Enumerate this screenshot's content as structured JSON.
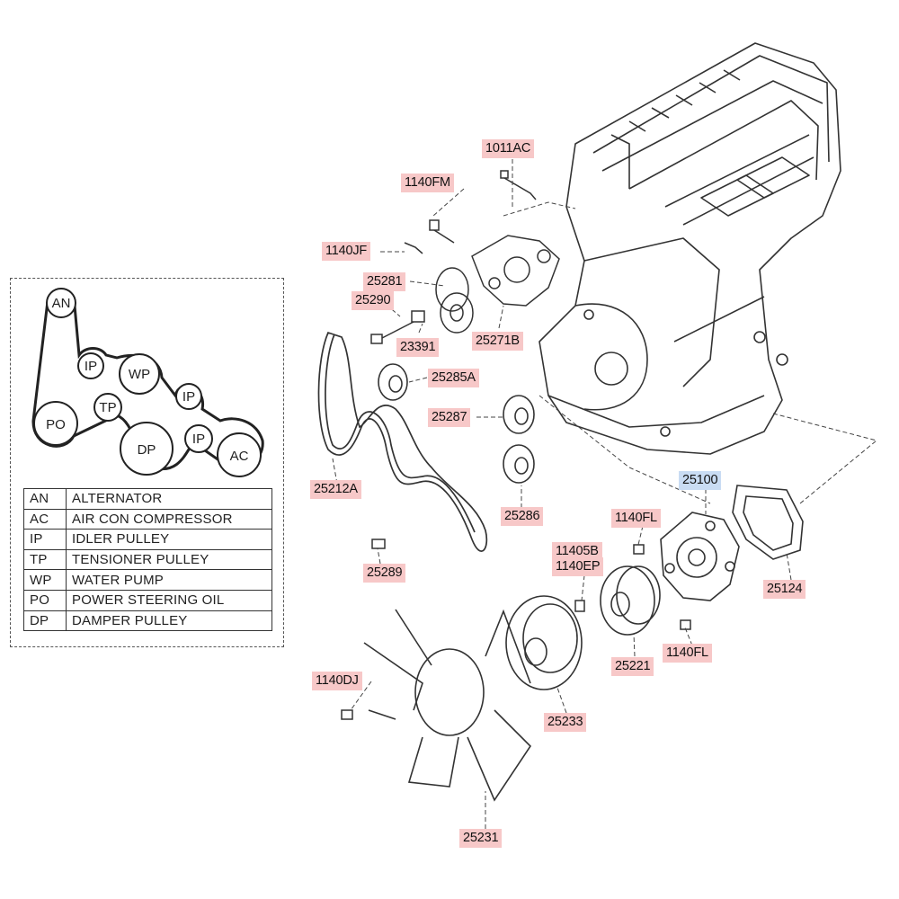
{
  "part_callouts": [
    {
      "label": "1011AC",
      "highlight": false
    },
    {
      "label": "1140FM",
      "highlight": false
    },
    {
      "label": "1140JF",
      "highlight": false
    },
    {
      "label": "25281",
      "highlight": false
    },
    {
      "label": "25290",
      "highlight": false
    },
    {
      "label": "23391",
      "highlight": false
    },
    {
      "label": "25271B",
      "highlight": false
    },
    {
      "label": "25285A",
      "highlight": false
    },
    {
      "label": "25287",
      "highlight": false
    },
    {
      "label": "25212A",
      "highlight": false
    },
    {
      "label": "25286",
      "highlight": false
    },
    {
      "label": "25289",
      "highlight": false
    },
    {
      "label": "25100",
      "highlight": true
    },
    {
      "label": "1140FL",
      "highlight": false
    },
    {
      "label": "11405B",
      "highlight": false
    },
    {
      "label": "1140EP",
      "highlight": false
    },
    {
      "label": "25124",
      "highlight": false
    },
    {
      "label": "25221",
      "highlight": false
    },
    {
      "label": "1140FL",
      "highlight": false
    },
    {
      "label": "1140DJ",
      "highlight": false
    },
    {
      "label": "25233",
      "highlight": false
    },
    {
      "label": "25231",
      "highlight": false
    }
  ],
  "belt_diagram": {
    "pulleys": [
      "AN",
      "IP",
      "WP",
      "IP",
      "TP",
      "PO",
      "DP",
      "IP",
      "AC"
    ]
  },
  "legend": [
    {
      "code": "AN",
      "name": "ALTERNATOR"
    },
    {
      "code": "AC",
      "name": "AIR CON COMPRESSOR"
    },
    {
      "code": "IP",
      "name": "IDLER PULLEY"
    },
    {
      "code": "TP",
      "name": "TENSIONER PULLEY"
    },
    {
      "code": "WP",
      "name": "WATER PUMP"
    },
    {
      "code": "PO",
      "name": "POWER STEERING OIL"
    },
    {
      "code": "DP",
      "name": "DAMPER PULLEY"
    }
  ],
  "colors": {
    "callout": "#f7c8c8",
    "callout_highlight": "#c9dcf3",
    "line": "#222222"
  }
}
